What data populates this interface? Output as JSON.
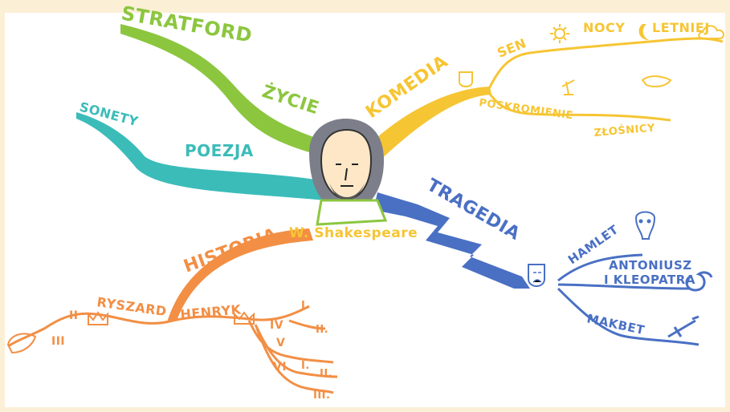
{
  "colors": {
    "background": "#fbefd6",
    "green": "#8cc63f",
    "teal": "#3bbcb9",
    "yellow": "#f6c533",
    "blue": "#4a70c4",
    "orange": "#f28f45"
  },
  "center": {
    "label": "W. Shakespeare"
  },
  "branches": {
    "zycie": {
      "label": "ŻYCIE",
      "child": "STRATFORD"
    },
    "poezja": {
      "label": "POEZJA",
      "child": "SONETY"
    },
    "komedia": {
      "label": "KOMEDIA",
      "sen": [
        "SEN",
        "NOCY",
        "LETNIEJ"
      ],
      "poskromienie": [
        "POSKROMIENIE",
        "ZŁOŚNICY"
      ]
    },
    "tragedia": {
      "label": "TRAGEDIA",
      "plays": [
        "HAMLET",
        "ANTONIUSZ",
        "I KLEOPATRA",
        "MAKBET"
      ]
    },
    "historia": {
      "label": "HISTORIA",
      "ryszard": {
        "label": "RYSZARD",
        "numerals": [
          "II",
          "III"
        ]
      },
      "henryk": {
        "label": "HENRYK",
        "numerals": [
          "IV",
          "I.",
          "II.",
          "V",
          "VI",
          "I.",
          "II.",
          "III."
        ]
      }
    }
  },
  "icons": [
    "mask-icon",
    "sun-icon",
    "moon-icon",
    "cloud-icon",
    "fairy-icon",
    "donkey-icon",
    "comedy-tragedy-mask-icon",
    "skull-icon",
    "snake-icon",
    "dagger-icon",
    "crown-icon",
    "boar-icon",
    "shakespeare-portrait"
  ]
}
